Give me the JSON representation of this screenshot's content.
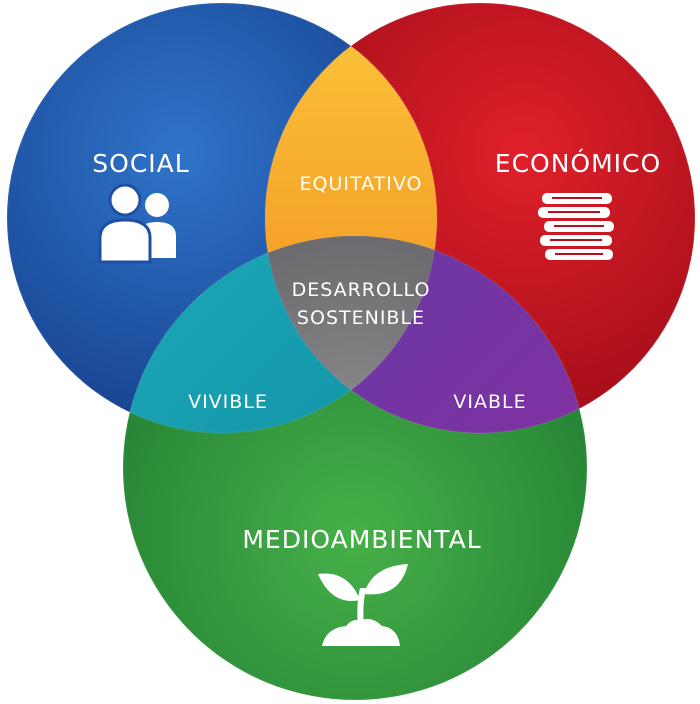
{
  "diagram": {
    "sets": {
      "social": "SOCIAL",
      "economic": "ECONÓMICO",
      "environmental": "MEDIOAMBIENTAL"
    },
    "intersections": {
      "social_economic": "EQUITATIVO",
      "social_environmental": "VIVIBLE",
      "economic_environmental": "VIABLE",
      "center_line1": "DESARROLLO",
      "center_line2": "SOSTENIBLE"
    },
    "icons": {
      "social": "people-icon",
      "economic": "coins-icon",
      "environmental": "sprout-icon"
    },
    "colors": {
      "social": "#1f4fa3",
      "economic": "#c1121f",
      "environmental": "#2a8a3a",
      "equitativo": "#f39a1e",
      "vivible": "#1597a8",
      "viable": "#7b35a8",
      "center": "#6f6f72"
    }
  }
}
